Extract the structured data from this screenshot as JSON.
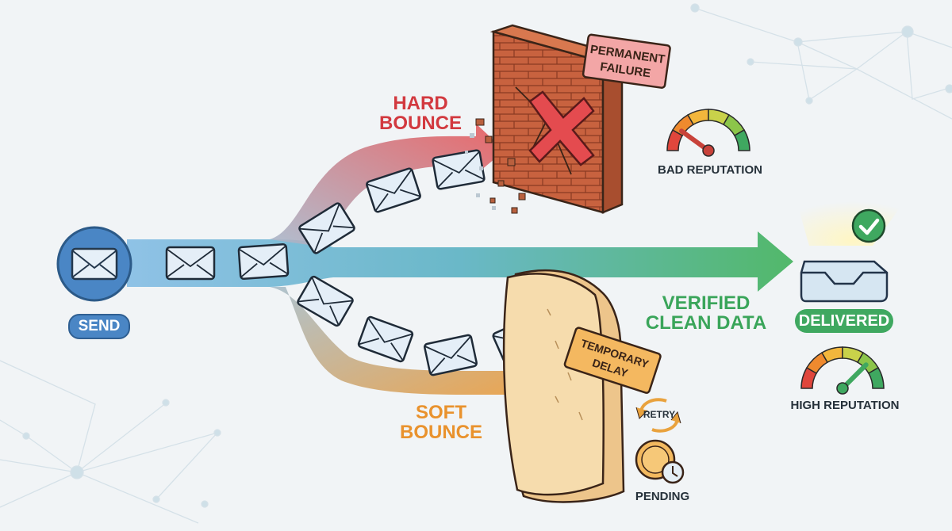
{
  "labels": {
    "send": "SEND",
    "hard_bounce_line1": "HARD",
    "hard_bounce_line2": "BOUNCE",
    "permanent_failure_line1": "PERMANENT",
    "permanent_failure_line2": "FAILURE",
    "bad_reputation": "BAD REPUTATION",
    "verified_line1": "VERIFIED",
    "verified_line2": "CLEAN DATA",
    "delivered": "DELIVERED",
    "high_reputation": "HIGH REPUTATION",
    "soft_bounce_line1": "SOFT",
    "soft_bounce_line2": "BOUNCE",
    "temporary_delay_line1": "TEMPORARY",
    "temporary_delay_line2": "DELAY",
    "retry": "RETRY",
    "pending": "PENDING"
  },
  "colors": {
    "send": "#4a86c5",
    "hard": "#d2393f",
    "soft": "#e9922d",
    "verified": "#3aa55a",
    "brick": "#c8623f",
    "cushion": "#f3d39c"
  },
  "icons": {
    "send": "envelope-icon",
    "wall": "brick-wall-icon",
    "x": "x-mark-icon",
    "cushion": "cushion-icon",
    "inbox": "inbox-tray-icon",
    "check": "check-circle-icon",
    "gauge_bad": "gauge-icon",
    "gauge_high": "gauge-icon",
    "retry": "retry-icon",
    "pending": "clock-icon"
  },
  "gauges": {
    "bad_reputation_level": 0.2,
    "high_reputation_level": 0.75
  }
}
